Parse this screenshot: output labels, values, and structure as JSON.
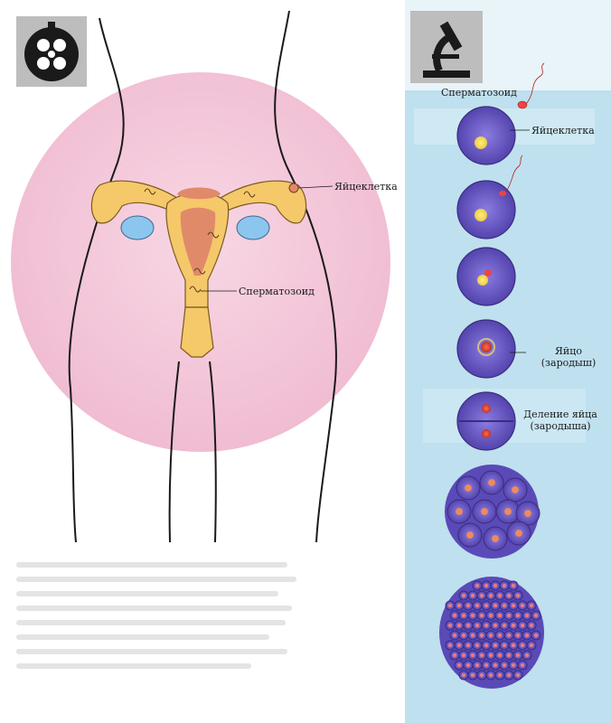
{
  "left_panel": {
    "icon_name": "stopwatch-reel-icon",
    "labels": {
      "egg": "Яйцеклетка",
      "sperm": "Сперматозоид"
    },
    "colors": {
      "circle": "#f4c8dc",
      "uterus": "#f5c86a",
      "ovary": "#8cc6ee",
      "inner": "#e08a6a"
    }
  },
  "right_panel": {
    "icon_name": "microscope-icon",
    "labels": {
      "sperm": "Сперматозоид",
      "egg": "Яйцеклетка",
      "zygote": "Яйцо (зародыш)",
      "division": "Деление яйца (зародыша)"
    },
    "colors": {
      "background": "#bfe0ee",
      "cell": "#6a5cc0",
      "nucleus": "#f6e05a"
    }
  }
}
